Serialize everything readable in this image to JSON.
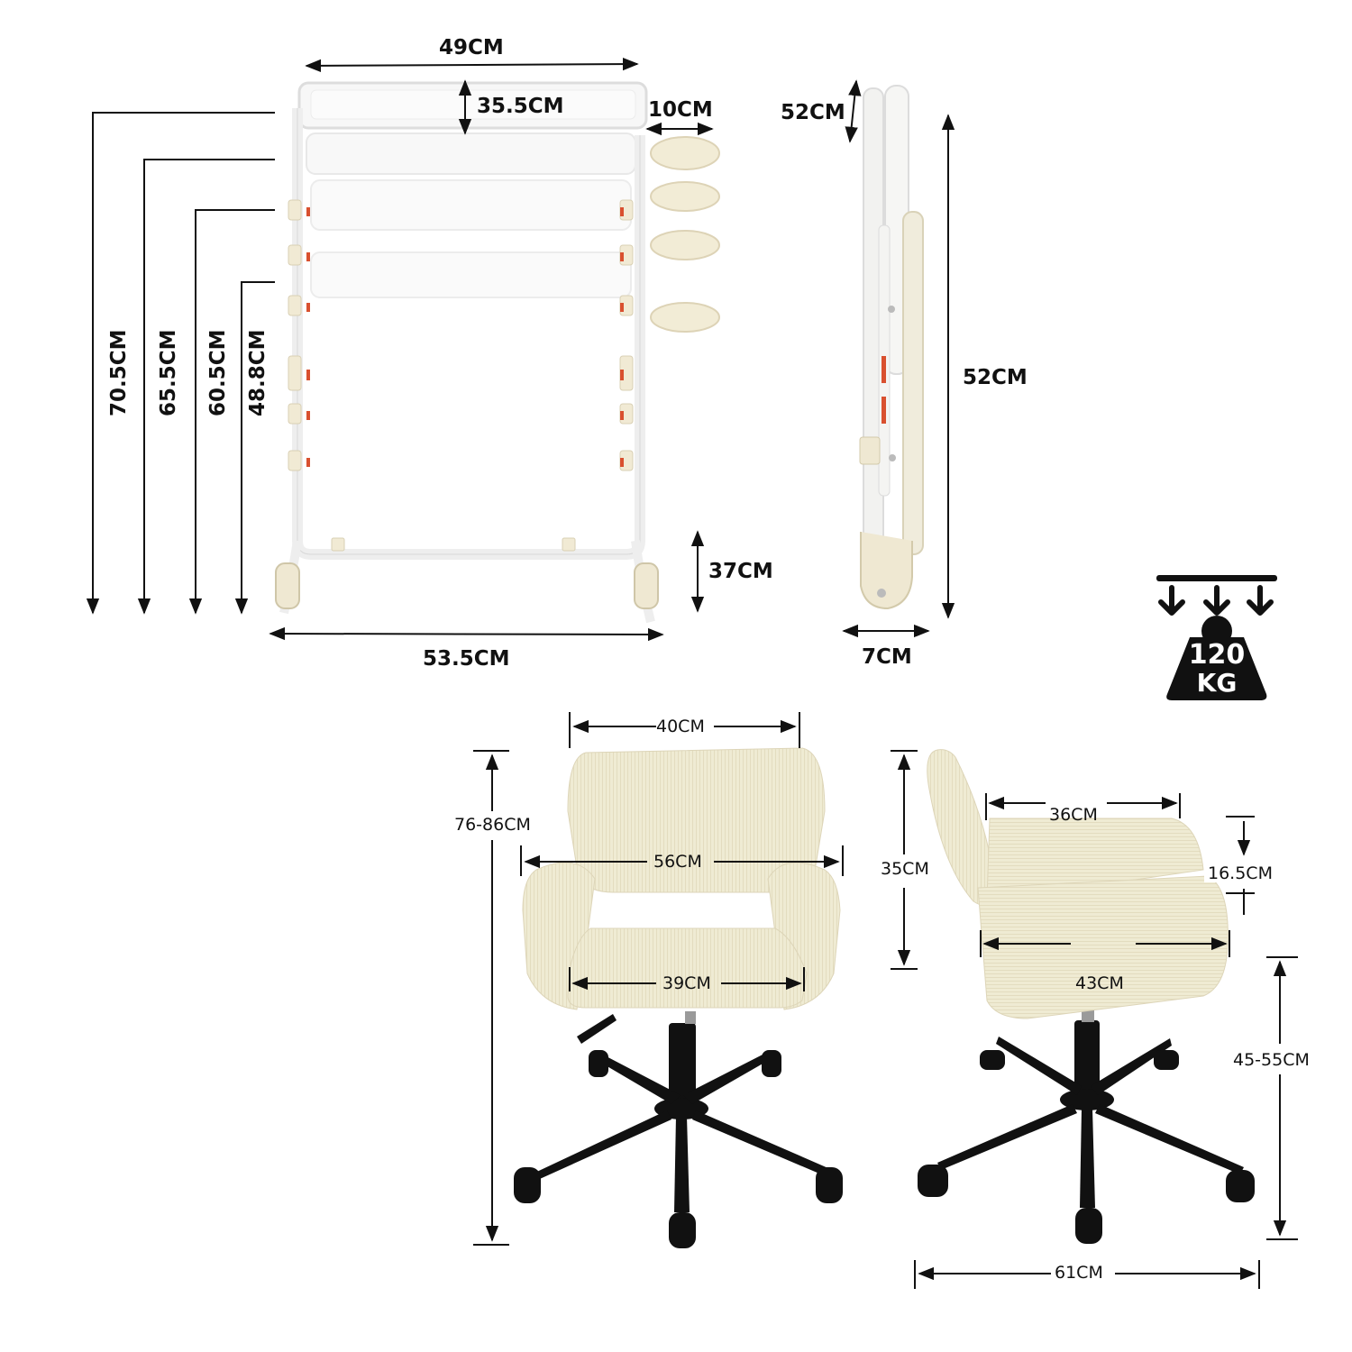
{
  "tray_table_front": {
    "width_top": "49CM",
    "tray_depth": "35.5CM",
    "cup_holder_offset": "10CM",
    "height_levels": [
      "70.5CM",
      "65.5CM",
      "60.5CM",
      "48.8CM"
    ],
    "base_clearance": "37CM",
    "base_width": "53.5CM"
  },
  "tray_table_folded": {
    "top_tray_thickness": "52CM",
    "folded_height": "52CM",
    "folded_depth": "7CM"
  },
  "max_load": {
    "value": "120",
    "unit": "KG",
    "icon": "weight-load-icon"
  },
  "chair_front": {
    "backrest_width": "40CM",
    "overall_width": "56CM",
    "seat_width": "39CM",
    "overall_height": "76-86CM"
  },
  "chair_side": {
    "backrest_height": "35CM",
    "armrest_depth": "36CM",
    "armrest_height": "16.5CM",
    "seat_depth": "43CM",
    "seat_height": "45-55CM",
    "base_diameter": "61CM"
  },
  "colors": {
    "frame": "#f4f4f2",
    "accent_cream": "#efe8d2",
    "upholstery": "#efebd3",
    "latch_red": "#d9502f",
    "base_black": "#111111",
    "dimension_line": "#111111"
  }
}
